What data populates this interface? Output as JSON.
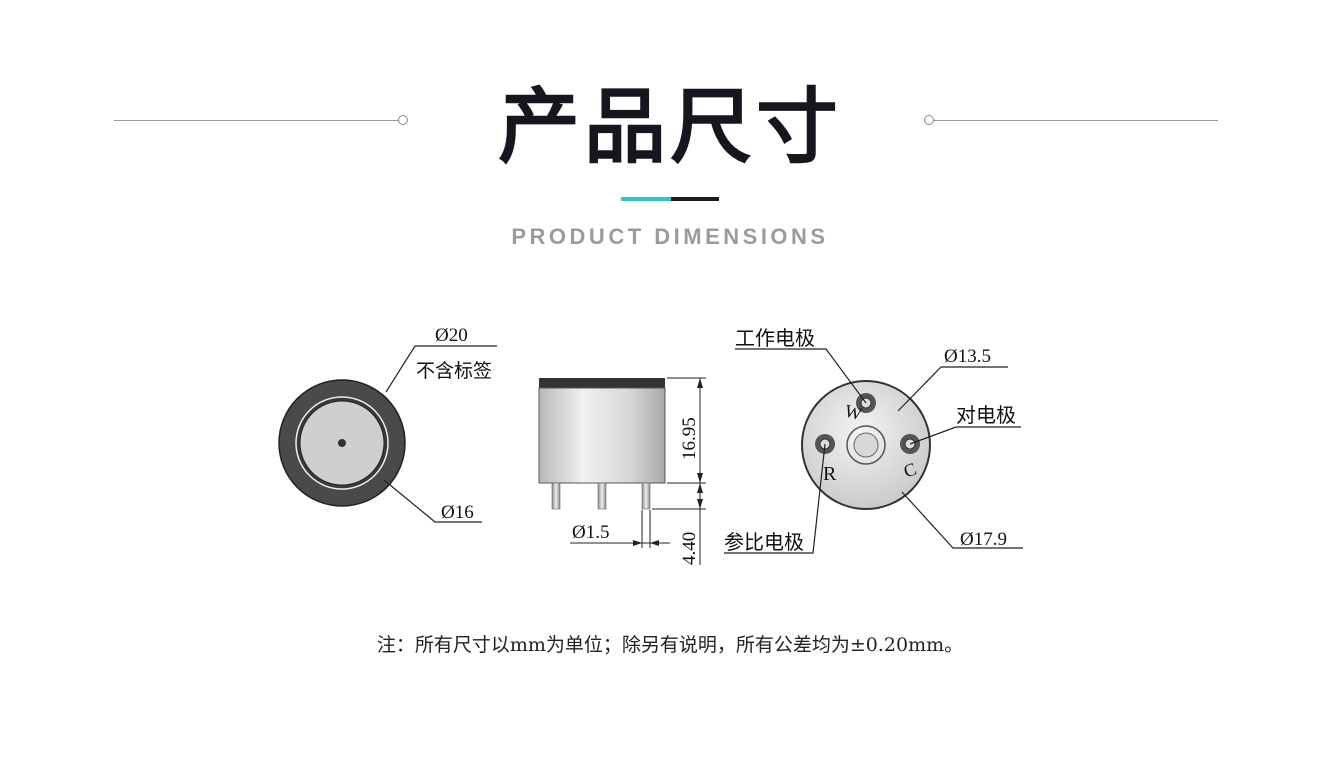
{
  "header": {
    "title": "产品尺寸",
    "subtitle": "PRODUCT DIMENSIONS"
  },
  "colors": {
    "accent_teal": "#2ec5c8",
    "accent_dark": "#1b1b24",
    "title": "#16161e",
    "subtitle": "#9b9b9b",
    "sensor_ring": "#4a4a4a",
    "sensor_face": "#cfcfcf"
  },
  "diagram": {
    "front_view": {
      "outer_diameter": "Ø20",
      "outer_note": "不含标签",
      "inner_diameter": "Ø16"
    },
    "side_view": {
      "body_height": "16.95",
      "pin_length": "4.40",
      "pin_diameter": "Ø1.5"
    },
    "bottom_view": {
      "working_electrode": "工作电极",
      "counter_electrode": "对电极",
      "reference_electrode": "参比电极",
      "pin_circle_diameter": "Ø13.5",
      "base_diameter": "Ø17.9",
      "pin_marks": [
        "W",
        "R",
        "C"
      ]
    }
  },
  "footer": {
    "note": "注：所有尺寸以mm为单位；除另有说明，所有公差均为±0.20mm。"
  }
}
